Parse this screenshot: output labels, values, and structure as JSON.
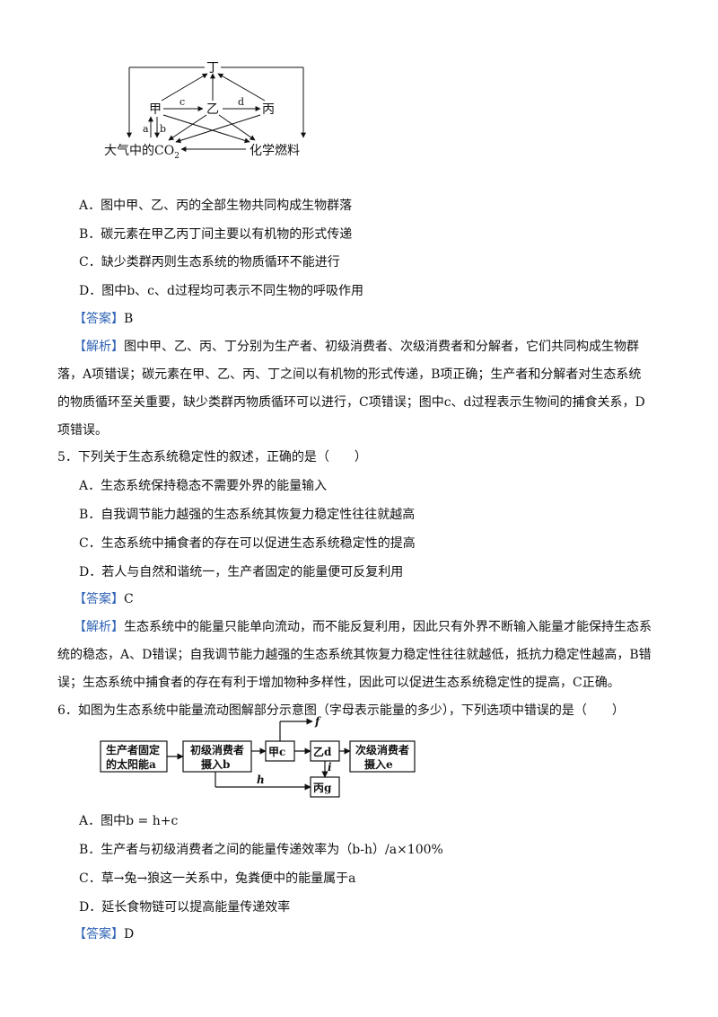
{
  "diagram1": {
    "ding": "丁",
    "jia": "甲",
    "yi": "乙",
    "bing": "丙",
    "label_a": "a",
    "label_b": "b",
    "label_c": "c",
    "label_d": "d",
    "co2_prefix": "大气中的CO",
    "co2_sub": "2",
    "fuel": "化学燃料"
  },
  "q4": {
    "options": [
      "A．图中甲、乙、丙的全部生物共同构成生物群落",
      "B．碳元素在甲乙丙丁间主要以有机物的形式传递",
      "C．缺少类群丙则生态系统的物质循环不能进行",
      "D．图中b、c、d过程均可表示不同生物的呼吸作用"
    ],
    "answer_tag": "【答案】",
    "answer": "B",
    "analysis_tag": "【解析】",
    "analysis": [
      "图中甲、乙、丙、丁分别为生产者、初级消费者、次级消费者和分解者，它们共同构成生物群",
      "落，A项错误；碳元素在甲、乙、丙、丁之间以有机物的形式传递，B项正确；生产者和分解者对生态系统",
      "的物质循环至关重要，缺少类群丙物质循环可以进行，C项错误；图中c、d过程表示生物间的捕食关系，D",
      "项错误。"
    ]
  },
  "q5": {
    "stem": "5．下列关于生态系统稳定性的叙述，正确的是（　　）",
    "options": [
      "A．生态系统保持稳态不需要外界的能量输入",
      "B．自我调节能力越强的生态系统其恢复力稳定性往往就越高",
      "C．生态系统中捕食者的存在可以促进生态系统稳定性的提高",
      "D．若人与自然和谐统一，生产者固定的能量便可反复利用"
    ],
    "answer_tag": "【答案】",
    "answer": "C",
    "analysis_tag": "【解析】",
    "analysis": [
      "生态系统中的能量只能单向流动，而不能反复利用，因此只有外界不断输入能量才能保持生态系",
      "统的稳态，A、D错误；自我调节能力越强的生态系统其恢复力稳定性往往就越低，抵抗力稳定性越高，B错",
      "误；生态系统中捕食者的存在有利于增加物种多样性，因此可以促进生态系统稳定性的提高，C正确。"
    ]
  },
  "q6": {
    "stem": "6．如图为生态系统中能量流动图解部分示意图（字母表示能量的多少），下列选项中错误的是（　　）",
    "diagram": {
      "box1_line1": "生产者固定",
      "box1_line2": "的太阳能a",
      "box2_line1": "初级消费者",
      "box2_line2": "摄入b",
      "box_jia": "甲c",
      "box_yi": "乙d",
      "box_bing": "丙g",
      "box_sec_line1": "次级消费者",
      "box_sec_line2": "摄入e",
      "label_f": "f",
      "label_h": "h",
      "label_i": "i"
    },
    "options": [
      "A．图中b = h+c",
      "B．生产者与初级消费者之间的能量传递效率为（b-h）/a×100%",
      "C．草→兔→狼这一关系中，兔粪便中的能量属于a",
      "D．延长食物链可以提高能量传递效率"
    ],
    "answer_tag": "【答案】",
    "answer": "D"
  }
}
